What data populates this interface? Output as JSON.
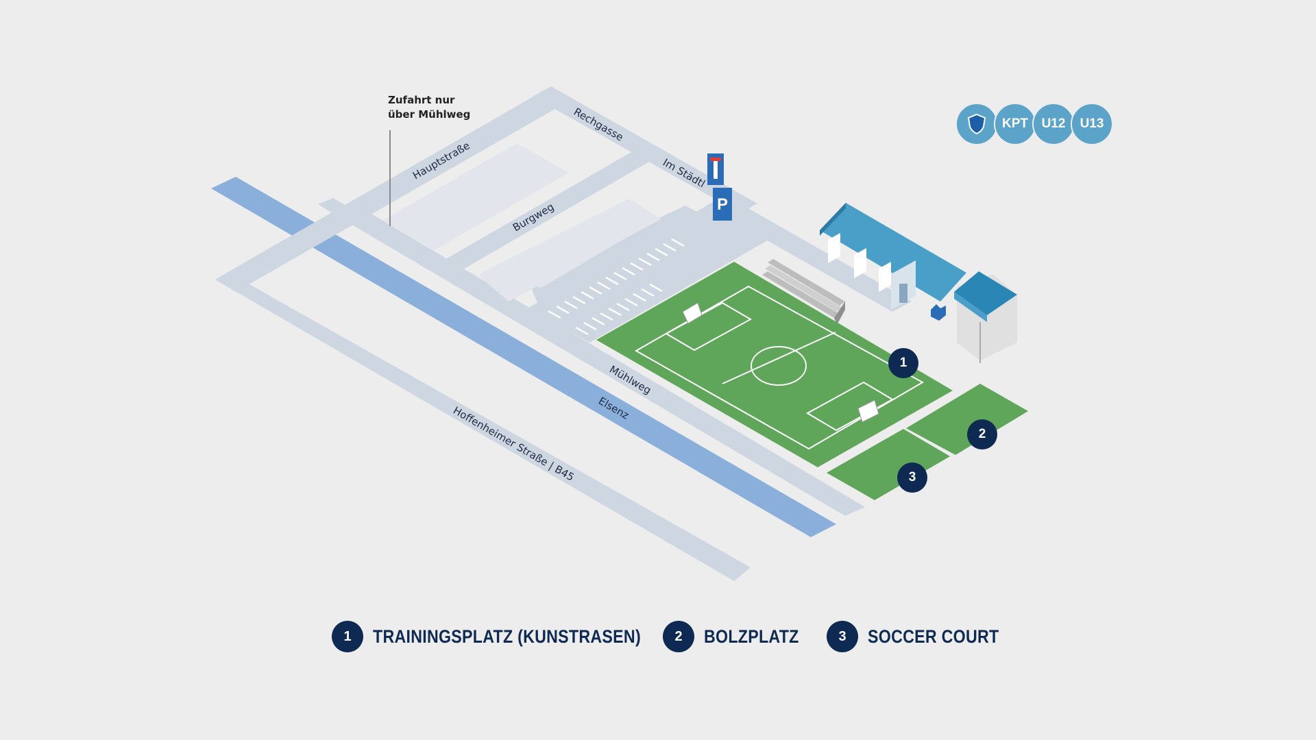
{
  "map": {
    "streets": {
      "hauptstrasse": "Hauptstraße",
      "rechgasse": "Rechgasse",
      "im_staedtl": "Im Städtl",
      "burgweg": "Burgweg",
      "muehlweg": "Mühlweg",
      "elsenz": "Elsenz",
      "hoffenheimer": "Hoffenheimer Straße | B45"
    },
    "access_note": {
      "line1": "Zufahrt nur",
      "line2": "über Mühlweg"
    },
    "parking_sign": "P",
    "dead_end_sign": "dead-end-icon",
    "field_markers": [
      "1",
      "2",
      "3"
    ]
  },
  "badges": [
    {
      "label": "",
      "icon": "shield-icon"
    },
    {
      "label": "KPT"
    },
    {
      "label": "U12"
    },
    {
      "label": "U13"
    }
  ],
  "legend": [
    {
      "num": "1",
      "label": "TRAININGSPLATZ (KUNSTRASEN)"
    },
    {
      "num": "2",
      "label": "BOLZPLATZ"
    },
    {
      "num": "3",
      "label": "SOCCER COURT"
    }
  ],
  "colors": {
    "background": "#ededed",
    "road": "#cdd6e1",
    "river": "#8bafdb",
    "pitch": "#5fa65a",
    "navy": "#0e2a52",
    "badge": "#5ba3c9",
    "building_roof": "#4a9fc8"
  }
}
